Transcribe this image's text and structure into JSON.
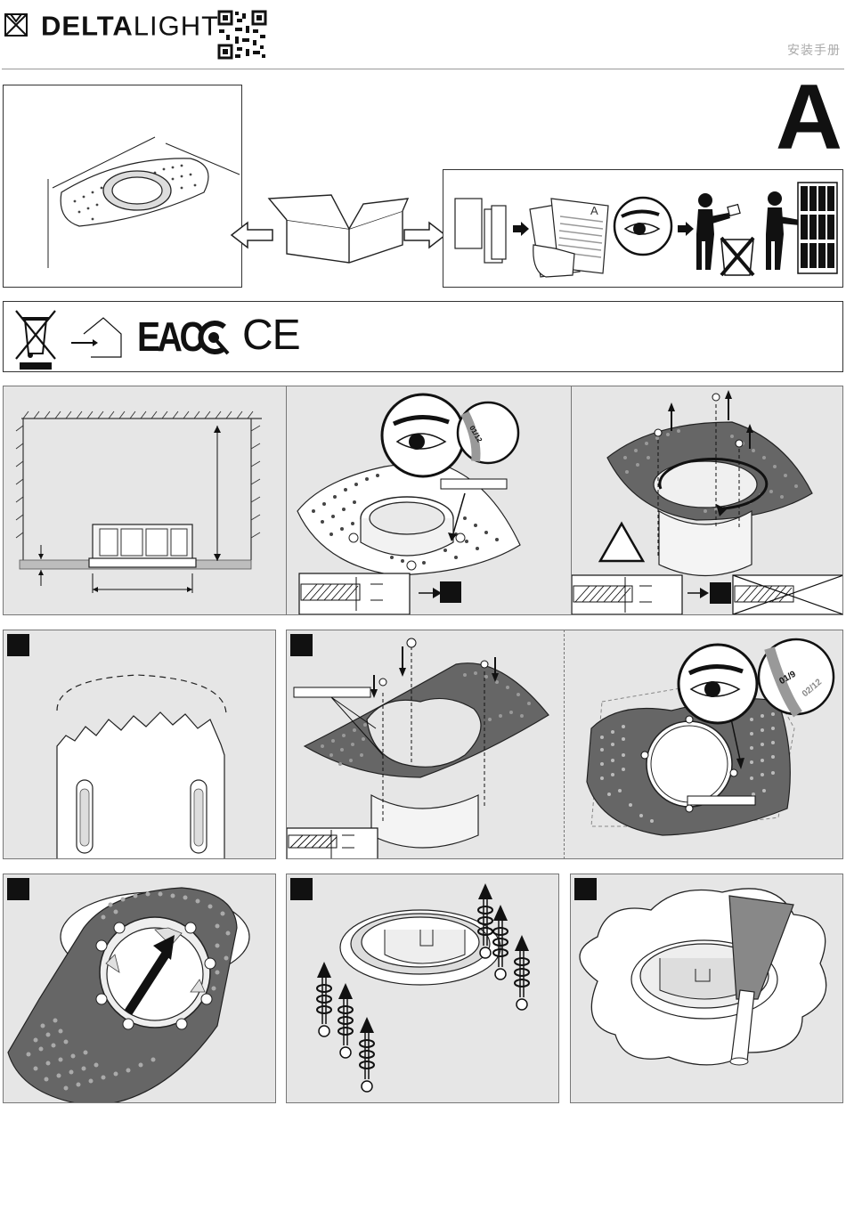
{
  "header": {
    "brand_bold": "DELTA",
    "brand_light": "LIGHT",
    "brand_mark": "®",
    "manual_title": "安装手册"
  },
  "page": {
    "section_letter": "A"
  },
  "markings": {
    "eac": "EAC",
    "ce": "CE"
  },
  "labels": {
    "angle_a": "01/12",
    "angle_b": "01/9",
    "angle_c": "02/12"
  },
  "colors": {
    "panel_bg": "#e6e6e6",
    "plate_dark": "#666666",
    "ink": "#111111"
  }
}
